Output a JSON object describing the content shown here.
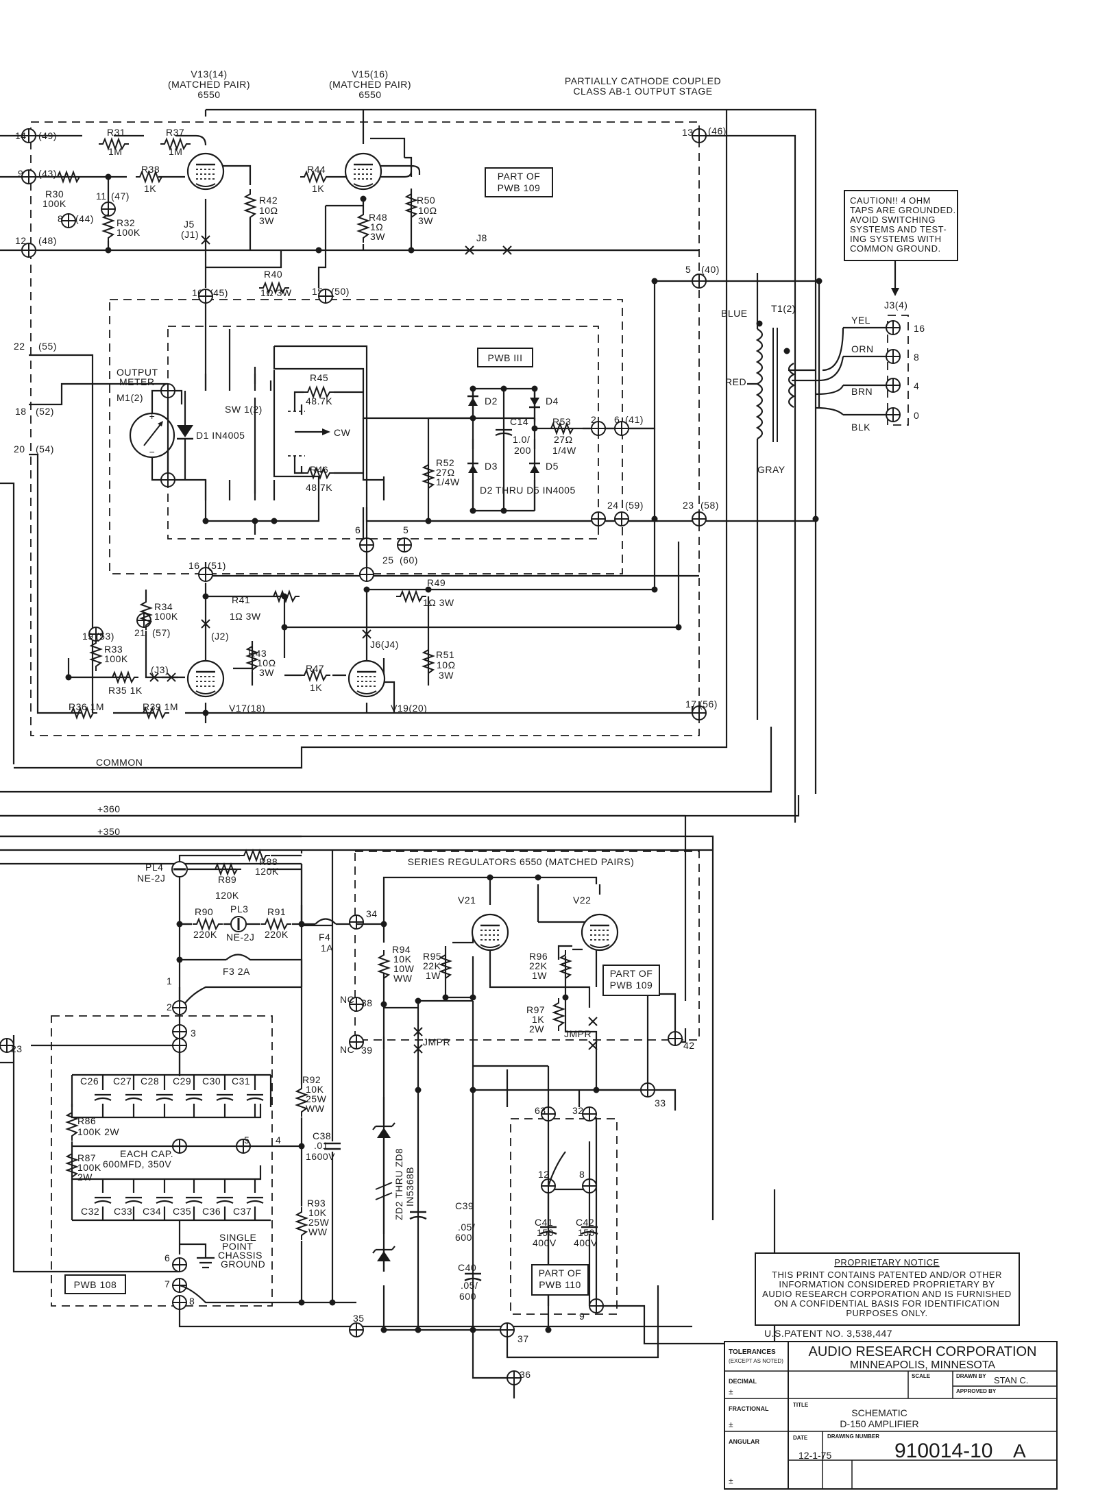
{
  "header": {
    "v13_l1": "V13(14)",
    "v13_l2": "(MATCHED PAIR)",
    "v13_l3": "6550",
    "v15_l1": "V15(16)",
    "v15_l2": "(MATCHED PAIR)",
    "v15_l3": "6550",
    "stage_l1": "PARTIALLY CATHODE COUPLED",
    "stage_l2": "CLASS AB-1 OUTPUT STAGE"
  },
  "caution": {
    "l1": "CAUTION!! 4 OHM",
    "l2": "TAPS ARE GROUNDED.",
    "l3": "AVOID SWITCHING",
    "l4": "SYSTEMS AND TEST-",
    "l5": "ING SYSTEMS WITH",
    "l6": "COMMON GROUND."
  },
  "boards": {
    "pwb109_l1": "PART OF",
    "pwb109_l2": "PWB 109",
    "pwb111": "PWB III",
    "pwb109b_l1": "PART OF",
    "pwb109b_l2": "PWB 109",
    "pwb110_l1": "PART OF",
    "pwb110_l2": "PWB 110",
    "pwb108": "PWB 108"
  },
  "terminals": {
    "t14": "14",
    "t14b": "(49)",
    "t9": "9",
    "t9b": "(43)",
    "t12": "12",
    "t12b": "(48)",
    "t8": "8",
    "t8b": "(44)",
    "t11": "11",
    "t11b": "(47)",
    "t22": "22",
    "t22b": "(55)",
    "t18": "18",
    "t18b": "(52)",
    "t20": "20",
    "t20b": "(54)",
    "t13": "13",
    "t13b": "(46)",
    "t5": "5",
    "t5b": "(40)",
    "t10": "10",
    "t10b": "(45)",
    "t15": "15",
    "t15b": "(50)",
    "t16": "16",
    "t16b": "(51)",
    "t25": "25",
    "t25b": "(60)",
    "t24": "24",
    "t24b": "(59)",
    "t23": "23",
    "t23b": "(58)",
    "t17": "17",
    "t17b": "(56)",
    "t19": "19",
    "t19b": "(53)",
    "t21": "21",
    "t21b": "(57)",
    "t6b": "6",
    "t6bb": "(41)",
    "t2": "2",
    "n6": "6",
    "n5": "5",
    "pl_1": "1",
    "pl_2": "2",
    "pl_3": "3",
    "pl_4": "4",
    "pl_5": "5",
    "pl_6": "6",
    "pl_7": "7",
    "pl_8": "8",
    "t34": "34",
    "t35": "35",
    "t36": "36",
    "t37": "37",
    "t38": "38",
    "t39": "39",
    "t42": "42",
    "t33": "33",
    "t63": "63",
    "t32": "32",
    "t12r": "12",
    "t8r": "8",
    "t9r": "9",
    "nc1": "NC",
    "nc2": "NC",
    "t23l": "23"
  },
  "components": {
    "r31": "R31",
    "r31v": "1M",
    "r37": "R37",
    "r37v": "1M",
    "r38": "R38",
    "r38v": "1K",
    "r30": "R30",
    "r30v": "100K",
    "r32": "R32",
    "r32v": "100K",
    "r42": "R42",
    "r42v1": "10Ω",
    "r42v2": "3W",
    "r44": "R44",
    "r44v": "1K",
    "r48": "R48",
    "r48v1": "1Ω",
    "r48v2": "3W",
    "r50": "R50",
    "r50v1": "10Ω",
    "r50v2": "3W",
    "j5": "J5",
    "j5b": "(J1)",
    "j8": "J8",
    "r40": "R40",
    "r40v": "1Ω 3W",
    "meter_l1": "OUTPUT",
    "meter_l2": "METER",
    "m1": "M1(2)",
    "d1": "D1 IN4005",
    "sw1": "SW 1(2)",
    "cw": "CW",
    "r45": "R45",
    "r45v": "48.7K",
    "r46": "R46",
    "r46v": "48.7K",
    "d2": "D2",
    "d3": "D3",
    "d4": "D4",
    "d5": "D5",
    "c14": "C14",
    "c14v1": "1.0/",
    "c14v2": "200",
    "r52": "R52",
    "r52v1": "27Ω",
    "r52v2": "1/4W",
    "r53": "R53",
    "r53v1": "27Ω",
    "r53v2": "1/4W",
    "d2d5": "D2 THRU D5 IN4005",
    "r34": "R34",
    "r34v": "100K",
    "r41": "R41",
    "r41v": "1Ω 3W",
    "r49": "R49",
    "r49v": "1Ω 3W",
    "j2": "(J2)",
    "j6": "J6(J4)",
    "r43": "R43",
    "r43v1": "10Ω",
    "r43v2": "3W",
    "r51": "R51",
    "r51v1": "10Ω",
    "r51v2": "3W",
    "r33": "R33",
    "r33v": "100K",
    "r35": "R35 1K",
    "j3": "(J3)",
    "r47": "R47",
    "r47v": "1K",
    "v17": "V17(18)",
    "v19": "V19(20)",
    "r36": "R36 1M",
    "r39": "R39 1M",
    "t1": "T1(2)",
    "blue": "BLUE",
    "red": "RED",
    "gray": "GRAY",
    "j3out": "J3(4)",
    "yel": "YEL",
    "orn": "ORN",
    "brn": "BRN",
    "blk": "BLK",
    "tap16": "16",
    "tap8": "8",
    "tap4": "4",
    "tap0": "0",
    "common": "COMMON",
    "b360": "+360",
    "b350": "+350",
    "pl4": "PL4",
    "pl4v": "NE-2J",
    "r88": "R88",
    "r88v": "120K",
    "r89": "R89",
    "r89v": "120K",
    "r90": "R90",
    "r90v": "220K",
    "pl3": "PL3",
    "pl3v": "NE-2J",
    "r91": "R91",
    "r91v": "220K",
    "f4": "F4",
    "f4v": "1A",
    "f3": "F3 2A",
    "reg_title": "SERIES REGULATORS 6550 (MATCHED PAIRS)",
    "v21": "V21",
    "v22": "V22",
    "r94": "R94",
    "r94v1": "10K",
    "r94v2": "10W",
    "r94v3": "WW",
    "r95": "R95",
    "r95v1": "22K",
    "r95v2": "1W",
    "r96": "R96",
    "r96v1": "22K",
    "r96v2": "1W",
    "r97": "R97",
    "r97v1": "1K",
    "r97v2": "2W",
    "jmpr1": "JMPR",
    "jmpr2": "JMPR",
    "c26": "C26",
    "c27": "C27",
    "c28": "C28",
    "c29": "C29",
    "c30": "C30",
    "c31": "C31",
    "c32": "C32",
    "c33": "C33",
    "c34": "C34",
    "c35": "C35",
    "c36": "C36",
    "c37": "C37",
    "r86": "R86",
    "r86v": "100K 2W",
    "r87": "R87",
    "r87v1": "100K",
    "r87v2": "2W",
    "eachcap1": "EACH CAP.",
    "eachcap2": "600MFD, 350V",
    "r92": "R92",
    "r92v1": "10K",
    "r92v2": "25W",
    "r92v3": "WW",
    "r93": "R93",
    "r93v1": "10K",
    "r93v2": "25W",
    "r93v3": "WW",
    "c38": "C38",
    "c38v1": ".01",
    "c38v2": "1600V",
    "gnd1": "SINGLE",
    "gnd2": "POINT",
    "gnd3": "CHASSIS",
    "gnd4": "GROUND",
    "zd": "ZD2 THRU ZD8",
    "zdv": "IN5368B",
    "c39": "C39",
    "c39v1": ".05/",
    "c39v2": "600",
    "c40": "C40",
    "c40v1": ".05/",
    "c40v2": "600",
    "c41": "C41",
    "c41v1": "150",
    "c41v2": "400V",
    "c42": "C42",
    "c42v1": "150",
    "c42v2": "400V"
  },
  "notice": {
    "title": "PROPRIETARY NOTICE",
    "l1": "THIS PRINT CONTAINS PATENTED AND/OR OTHER",
    "l2": "INFORMATION CONSIDERED PROPRIETARY BY",
    "l3": "AUDIO RESEARCH CORPORATION AND IS FURNISHED",
    "l4": "ON A CONFIDENTIAL BASIS FOR IDENTIFICATION",
    "l5": "PURPOSES ONLY.",
    "patent": "U.S.PATENT NO. 3,538,447"
  },
  "title_block": {
    "tol_l1": "TOLERANCES",
    "tol_l2": "(EXCEPT AS NOTED)",
    "decimal": "DECIMAL",
    "fractional": "FRACTIONAL",
    "angular": "ANGULAR",
    "pm1": "±",
    "pm2": "±",
    "pm3": "±",
    "company": "AUDIO RESEARCH CORPORATION",
    "city": "MINNEAPOLIS, MINNESOTA",
    "scale": "SCALE",
    "drawn_lbl": "DRAWN BY",
    "drawn": "STAN C.",
    "approved": "APPROVED BY",
    "title_lbl": "TITLE",
    "title1": "SCHEMATIC",
    "title2": "D-150 AMPLIFIER",
    "date_lbl": "DATE",
    "date": "12-1-75",
    "dwg_lbl": "DRAWING NUMBER",
    "dwg": "910014-10",
    "rev": "A"
  }
}
